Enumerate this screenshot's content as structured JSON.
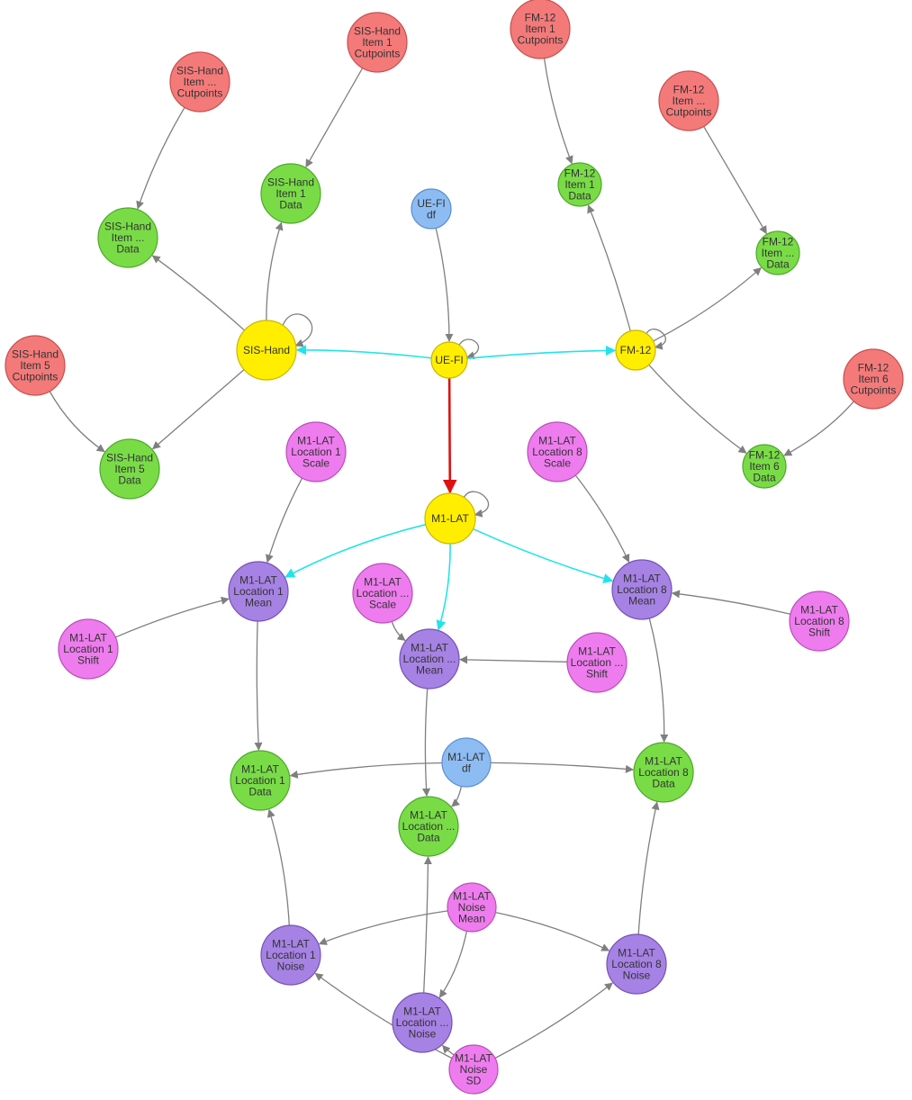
{
  "colors": {
    "red": "#f47a7a",
    "green": "#79dc47",
    "blue": "#8dbcf3",
    "yellow": "#ffee00",
    "magenta": "#ee7cee",
    "purple": "#a682e4",
    "edge_gray": "#7f7f7f",
    "edge_cyan": "#22e3ec",
    "edge_red": "#e01010"
  },
  "nodes": [
    {
      "id": "sis_itemx_cut",
      "lines": [
        "SIS-Hand",
        "Item ...",
        "Cutpoints"
      ],
      "color": "red"
    },
    {
      "id": "sis_item1_cut",
      "lines": [
        "SIS-Hand",
        "Item 1",
        "Cutpoints"
      ],
      "color": "red"
    },
    {
      "id": "fm_item1_cut",
      "lines": [
        "FM-12",
        "Item 1",
        "Cutpoints"
      ],
      "color": "red"
    },
    {
      "id": "fm_itemx_cut",
      "lines": [
        "FM-12",
        "Item ...",
        "Cutpoints"
      ],
      "color": "red"
    },
    {
      "id": "sis_item1_data",
      "lines": [
        "SIS-Hand",
        "Item 1",
        "Data"
      ],
      "color": "green"
    },
    {
      "id": "sis_itemx_data",
      "lines": [
        "SIS-Hand",
        "Item ...",
        "Data"
      ],
      "color": "green"
    },
    {
      "id": "uefi_df",
      "lines": [
        "UE-FI",
        "df"
      ],
      "color": "blue"
    },
    {
      "id": "fm_item1_data",
      "lines": [
        "FM-12",
        "Item 1",
        "Data"
      ],
      "color": "green"
    },
    {
      "id": "fm_itemx_data",
      "lines": [
        "FM-12",
        "Item ...",
        "Data"
      ],
      "color": "green"
    },
    {
      "id": "sis_hand",
      "lines": [
        "SIS-Hand"
      ],
      "color": "yellow"
    },
    {
      "id": "uefi",
      "lines": [
        "UE-FI"
      ],
      "color": "yellow"
    },
    {
      "id": "fm12",
      "lines": [
        "FM-12"
      ],
      "color": "yellow"
    },
    {
      "id": "sis_item5_cut",
      "lines": [
        "SIS-Hand",
        "Item 5",
        "Cutpoints"
      ],
      "color": "red"
    },
    {
      "id": "fm_item6_cut",
      "lines": [
        "FM-12",
        "Item 6",
        "Cutpoints"
      ],
      "color": "red"
    },
    {
      "id": "sis_item5_data",
      "lines": [
        "SIS-Hand",
        "Item 5",
        "Data"
      ],
      "color": "green"
    },
    {
      "id": "fm_item6_data",
      "lines": [
        "FM-12",
        "Item 6",
        "Data"
      ],
      "color": "green"
    },
    {
      "id": "loc1_scale",
      "lines": [
        "M1-LAT",
        "Location 1",
        "Scale"
      ],
      "color": "magenta"
    },
    {
      "id": "loc8_scale",
      "lines": [
        "M1-LAT",
        "Location 8",
        "Scale"
      ],
      "color": "magenta"
    },
    {
      "id": "m1lat",
      "lines": [
        "M1-LAT"
      ],
      "color": "yellow"
    },
    {
      "id": "loc1_mean",
      "lines": [
        "M1-LAT",
        "Location 1",
        "Mean"
      ],
      "color": "purple"
    },
    {
      "id": "locx_scale",
      "lines": [
        "M1-LAT",
        "Location ...",
        "Scale"
      ],
      "color": "magenta"
    },
    {
      "id": "loc8_mean",
      "lines": [
        "M1-LAT",
        "Location 8",
        "Mean"
      ],
      "color": "purple"
    },
    {
      "id": "loc1_shift",
      "lines": [
        "M1-LAT",
        "Location 1",
        "Shift"
      ],
      "color": "magenta"
    },
    {
      "id": "locx_mean",
      "lines": [
        "M1-LAT",
        "Location ...",
        "Mean"
      ],
      "color": "purple"
    },
    {
      "id": "locx_shift",
      "lines": [
        "M1-LAT",
        "Location ...",
        "Shift"
      ],
      "color": "magenta"
    },
    {
      "id": "loc8_shift",
      "lines": [
        "M1-LAT",
        "Location 8",
        "Shift"
      ],
      "color": "magenta"
    },
    {
      "id": "m1lat_df",
      "lines": [
        "M1-LAT",
        "df"
      ],
      "color": "blue"
    },
    {
      "id": "loc1_data",
      "lines": [
        "M1-LAT",
        "Location 1",
        "Data"
      ],
      "color": "green"
    },
    {
      "id": "loc8_data",
      "lines": [
        "M1-LAT",
        "Location 8",
        "Data"
      ],
      "color": "green"
    },
    {
      "id": "locx_data",
      "lines": [
        "M1-LAT",
        "Location ...",
        "Data"
      ],
      "color": "green"
    },
    {
      "id": "noise_mean",
      "lines": [
        "M1-LAT",
        "Noise",
        "Mean"
      ],
      "color": "magenta"
    },
    {
      "id": "loc1_noise",
      "lines": [
        "M1-LAT",
        "Location 1",
        "Noise"
      ],
      "color": "purple"
    },
    {
      "id": "loc8_noise",
      "lines": [
        "M1-LAT",
        "Location 8",
        "Noise"
      ],
      "color": "purple"
    },
    {
      "id": "locx_noise",
      "lines": [
        "M1-LAT",
        "Location ...",
        "Noise"
      ],
      "color": "purple"
    },
    {
      "id": "noise_sd",
      "lines": [
        "M1-LAT",
        "Noise",
        "SD"
      ],
      "color": "magenta"
    }
  ],
  "edges": [
    {
      "from": "sis_itemx_cut",
      "to": "sis_itemx_data",
      "color": "edge_gray"
    },
    {
      "from": "sis_item1_cut",
      "to": "sis_item1_data",
      "color": "edge_gray"
    },
    {
      "from": "fm_item1_cut",
      "to": "fm_item1_data",
      "color": "edge_gray"
    },
    {
      "from": "fm_itemx_cut",
      "to": "fm_itemx_data",
      "color": "edge_gray"
    },
    {
      "from": "sis_hand",
      "to": "sis_itemx_data",
      "color": "edge_gray"
    },
    {
      "from": "sis_hand",
      "to": "sis_item1_data",
      "color": "edge_gray"
    },
    {
      "from": "sis_hand",
      "to": "sis_item5_data",
      "color": "edge_gray"
    },
    {
      "from": "sis_item5_cut",
      "to": "sis_item5_data",
      "color": "edge_gray"
    },
    {
      "from": "sis_hand",
      "to": "sis_hand",
      "color": "edge_gray",
      "self": true
    },
    {
      "from": "uefi_df",
      "to": "uefi",
      "color": "edge_gray"
    },
    {
      "from": "uefi",
      "to": "uefi",
      "color": "edge_gray",
      "self": true
    },
    {
      "from": "uefi",
      "to": "sis_hand",
      "color": "edge_cyan"
    },
    {
      "from": "uefi",
      "to": "fm12",
      "color": "edge_cyan"
    },
    {
      "from": "uefi",
      "to": "m1lat",
      "color": "edge_red"
    },
    {
      "from": "fm12",
      "to": "fm12",
      "color": "edge_gray",
      "self": true
    },
    {
      "from": "fm12",
      "to": "fm_item1_data",
      "color": "edge_gray"
    },
    {
      "from": "fm12",
      "to": "fm_itemx_data",
      "color": "edge_gray"
    },
    {
      "from": "fm12",
      "to": "fm_item6_data",
      "color": "edge_gray"
    },
    {
      "from": "fm_item6_cut",
      "to": "fm_item6_data",
      "color": "edge_gray"
    },
    {
      "from": "m1lat",
      "to": "m1lat",
      "color": "edge_gray",
      "self": true
    },
    {
      "from": "m1lat",
      "to": "loc1_mean",
      "color": "edge_cyan"
    },
    {
      "from": "m1lat",
      "to": "locx_mean",
      "color": "edge_cyan"
    },
    {
      "from": "m1lat",
      "to": "loc8_mean",
      "color": "edge_cyan"
    },
    {
      "from": "loc1_scale",
      "to": "loc1_mean",
      "color": "edge_gray"
    },
    {
      "from": "loc8_scale",
      "to": "loc8_mean",
      "color": "edge_gray"
    },
    {
      "from": "locx_scale",
      "to": "locx_mean",
      "color": "edge_gray"
    },
    {
      "from": "loc1_shift",
      "to": "loc1_mean",
      "color": "edge_gray"
    },
    {
      "from": "locx_shift",
      "to": "locx_mean",
      "color": "edge_gray"
    },
    {
      "from": "loc8_shift",
      "to": "loc8_mean",
      "color": "edge_gray"
    },
    {
      "from": "loc1_mean",
      "to": "loc1_data",
      "color": "edge_gray"
    },
    {
      "from": "locx_mean",
      "to": "locx_data",
      "color": "edge_gray"
    },
    {
      "from": "loc8_mean",
      "to": "loc8_data",
      "color": "edge_gray"
    },
    {
      "from": "m1lat_df",
      "to": "loc1_data",
      "color": "edge_gray"
    },
    {
      "from": "m1lat_df",
      "to": "loc8_data",
      "color": "edge_gray"
    },
    {
      "from": "m1lat_df",
      "to": "locx_data",
      "color": "edge_gray"
    },
    {
      "from": "noise_mean",
      "to": "loc1_noise",
      "color": "edge_gray"
    },
    {
      "from": "noise_mean",
      "to": "loc8_noise",
      "color": "edge_gray"
    },
    {
      "from": "noise_mean",
      "to": "locx_noise",
      "color": "edge_gray"
    },
    {
      "from": "noise_sd",
      "to": "loc1_noise",
      "color": "edge_gray"
    },
    {
      "from": "noise_sd",
      "to": "loc8_noise",
      "color": "edge_gray"
    },
    {
      "from": "noise_sd",
      "to": "locx_noise",
      "color": "edge_gray"
    },
    {
      "from": "loc1_noise",
      "to": "loc1_data",
      "color": "edge_gray"
    },
    {
      "from": "locx_noise",
      "to": "locx_data",
      "color": "edge_gray"
    },
    {
      "from": "loc8_noise",
      "to": "loc8_data",
      "color": "edge_gray"
    }
  ]
}
